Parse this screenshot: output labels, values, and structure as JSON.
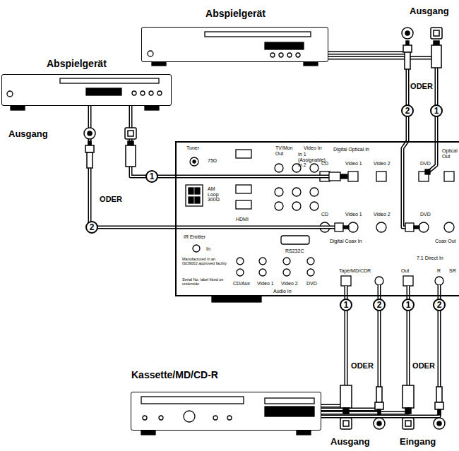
{
  "diagram": {
    "nodes": [
      {
        "text": [
          "Abspielgerät"
        ]
      },
      {
        "text": [
          "Abspielgerät"
        ]
      },
      {
        "text": [
          "Tuner",
          "75Ω",
          "AM Loop 300Ω",
          "IR Emitter",
          "In",
          "Manufactured in an ISO9002 approved facility",
          "Serial No. label fitted on underside",
          "HDMI",
          "TV/Mon Out",
          "Video In",
          "In 1 (Assignable) In 2",
          "RS232C",
          "Digital Optical In",
          "CD",
          "Video 1",
          "Video 2",
          "DVD",
          "Optical Out",
          "CD",
          "Video 1",
          "Video 2",
          "DVD",
          "Digital Coax In",
          "Coax Out",
          "CD/Aux",
          "Video 1",
          "Video 2",
          "DVD",
          "Audio In",
          "Tape/MD/CDR",
          "Out",
          "7.1 Direct In",
          "R",
          "SR"
        ]
      },
      {
        "text": [
          "Kassette/MD/CD-R"
        ]
      }
    ],
    "edges": [
      {
        "from": 0,
        "to": 2,
        "label": "2",
        "arrow": "none"
      },
      {
        "from": 0,
        "to": 2,
        "label": "1",
        "arrow": "none"
      },
      {
        "from": 1,
        "to": 2,
        "label": "1",
        "arrow": "none"
      },
      {
        "from": 1,
        "to": 2,
        "label": "2",
        "arrow": "none"
      },
      {
        "from": 3,
        "to": 2,
        "label": "1",
        "arrow": "none"
      },
      {
        "from": 3,
        "to": 2,
        "label": "2",
        "arrow": "none"
      },
      {
        "from": 2,
        "to": 3,
        "label": "1",
        "arrow": "none"
      },
      {
        "from": 2,
        "to": 3,
        "label": "2",
        "arrow": "none"
      }
    ],
    "labels": [
      "Ausgang",
      "ODER",
      "Ausgang",
      "ODER",
      "ODER",
      "ODER",
      "Ausgang",
      "Eingang"
    ]
  }
}
